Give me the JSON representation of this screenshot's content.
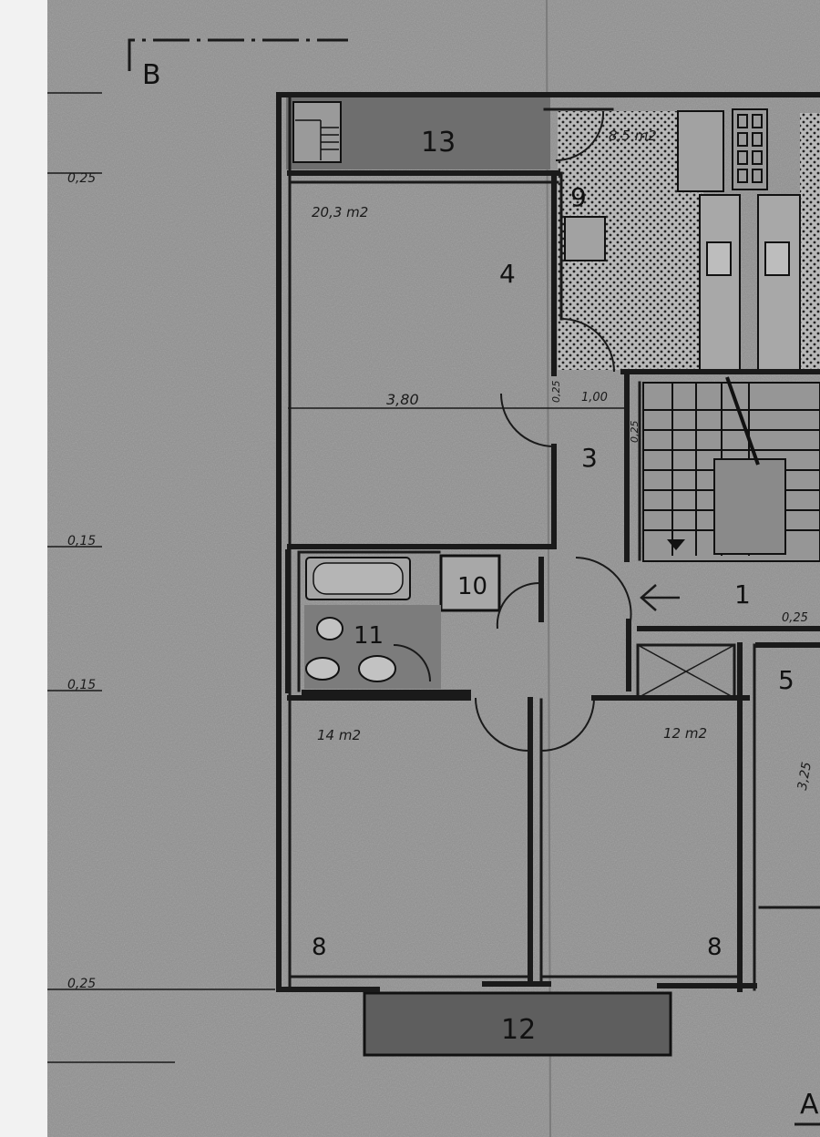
{
  "section_marker_top": "B",
  "section_marker_bottom": "A",
  "rooms": {
    "r1": "1",
    "r3": "3",
    "r4": "4",
    "r5": "5",
    "r8a": "8",
    "r8b": "8",
    "r9": "9",
    "r10": "10",
    "r11": "11",
    "r12": "12",
    "r13": "13"
  },
  "areas": {
    "a4": "20,3 m2",
    "a9": "8,5 m2",
    "a8a": "14 m2",
    "a8b": "12 m2"
  },
  "dimensions": {
    "d_width4": "3,80",
    "d_door": "1,00",
    "d_small1": "0,25",
    "d_small2": "0,25",
    "d_small3": "0,25",
    "m1": "0,25",
    "m2": "0,15",
    "m3": "0,15",
    "m4": "0,25",
    "d_right": "3,25"
  },
  "colors": {
    "paper": "#8f8f8f",
    "wall": "#1c1c1c",
    "floor_light": "#a3a3a3",
    "balcony": "#6e6e6e"
  }
}
